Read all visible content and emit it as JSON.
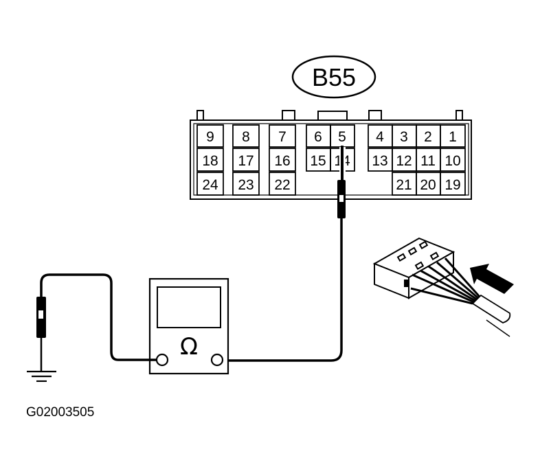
{
  "connector": {
    "id": "B55",
    "pins": {
      "p1": "1",
      "p2": "2",
      "p3": "3",
      "p4": "4",
      "p5": "5",
      "p6": "6",
      "p7": "7",
      "p8": "8",
      "p9": "9",
      "p10": "10",
      "p11": "11",
      "p12": "12",
      "p13": "13",
      "p14": "14",
      "p15": "15",
      "p16": "16",
      "p17": "17",
      "p18": "18",
      "p19": "19",
      "p20": "20",
      "p21": "21",
      "p22": "22",
      "p23": "23",
      "p24": "24"
    }
  },
  "meter": {
    "symbol": "Ω"
  },
  "figure_code": "G02003505"
}
